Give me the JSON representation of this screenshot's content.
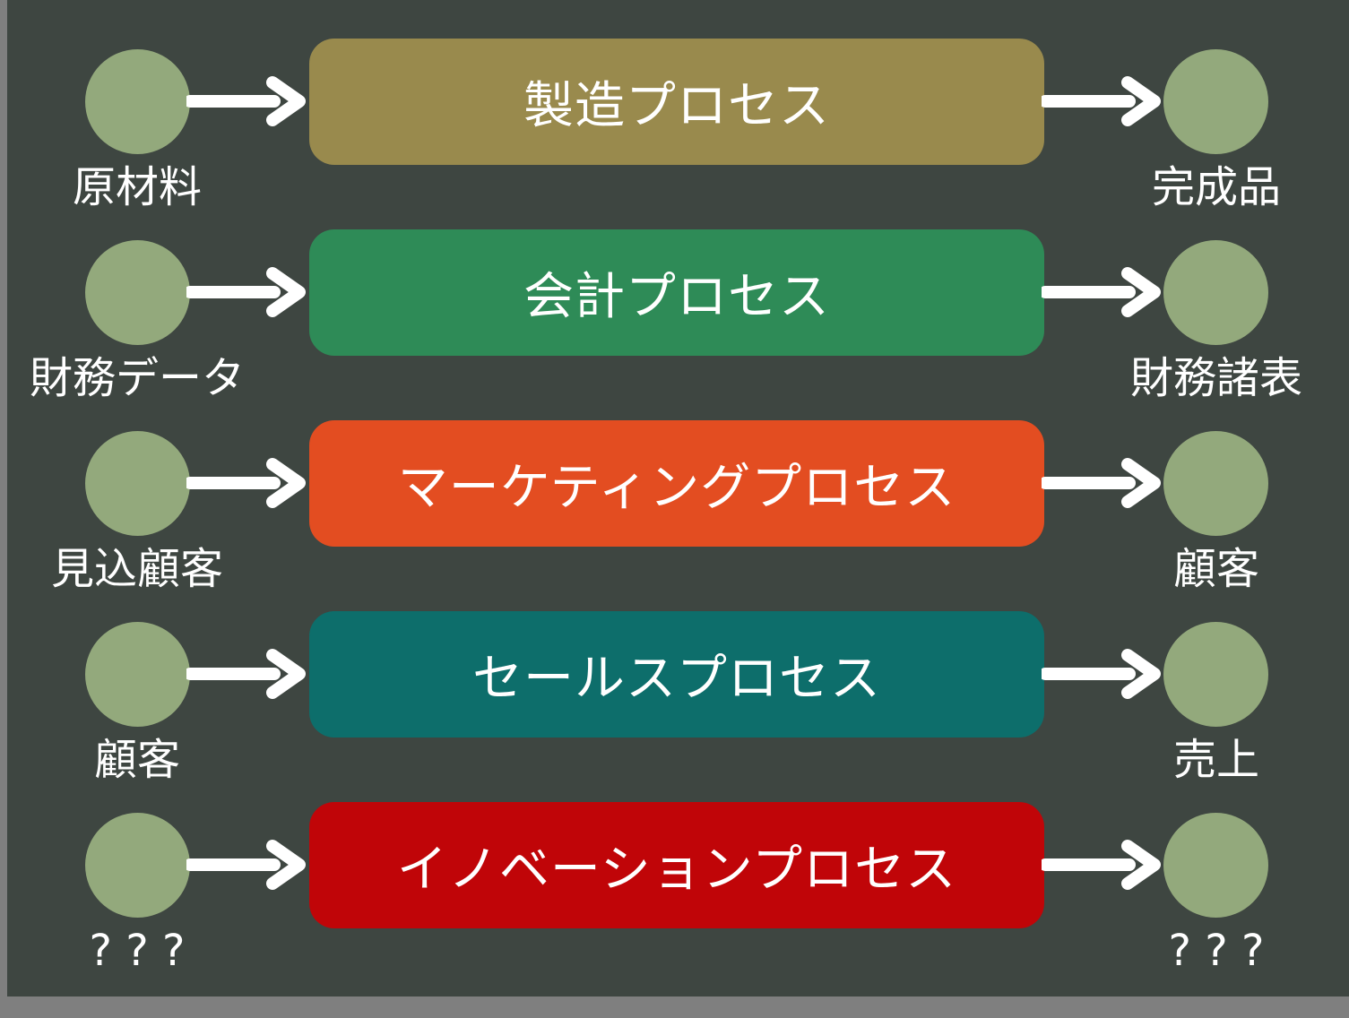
{
  "canvas": {
    "bg": "#3E4641",
    "frame_color": "#7F7F7F",
    "node_color": "#93A97C",
    "arrow_color": "#FFFFFF"
  },
  "rows": [
    {
      "process": "製造プロセス",
      "color": "#998A4D",
      "input": "原材料",
      "output": "完成品"
    },
    {
      "process": "会計プロセス",
      "color": "#2E8B57",
      "input": "財務データ",
      "output": "財務諸表"
    },
    {
      "process": "マーケティングプロセス",
      "color": "#E34D21",
      "input": "見込顧客",
      "output": "顧客"
    },
    {
      "process": "セールスプロセス",
      "color": "#0D6E6B",
      "input": "顧客",
      "output": "売上"
    },
    {
      "process": "イノベーションプロセス",
      "color": "#C00508",
      "input": "? ? ?",
      "output": "? ? ?"
    }
  ]
}
